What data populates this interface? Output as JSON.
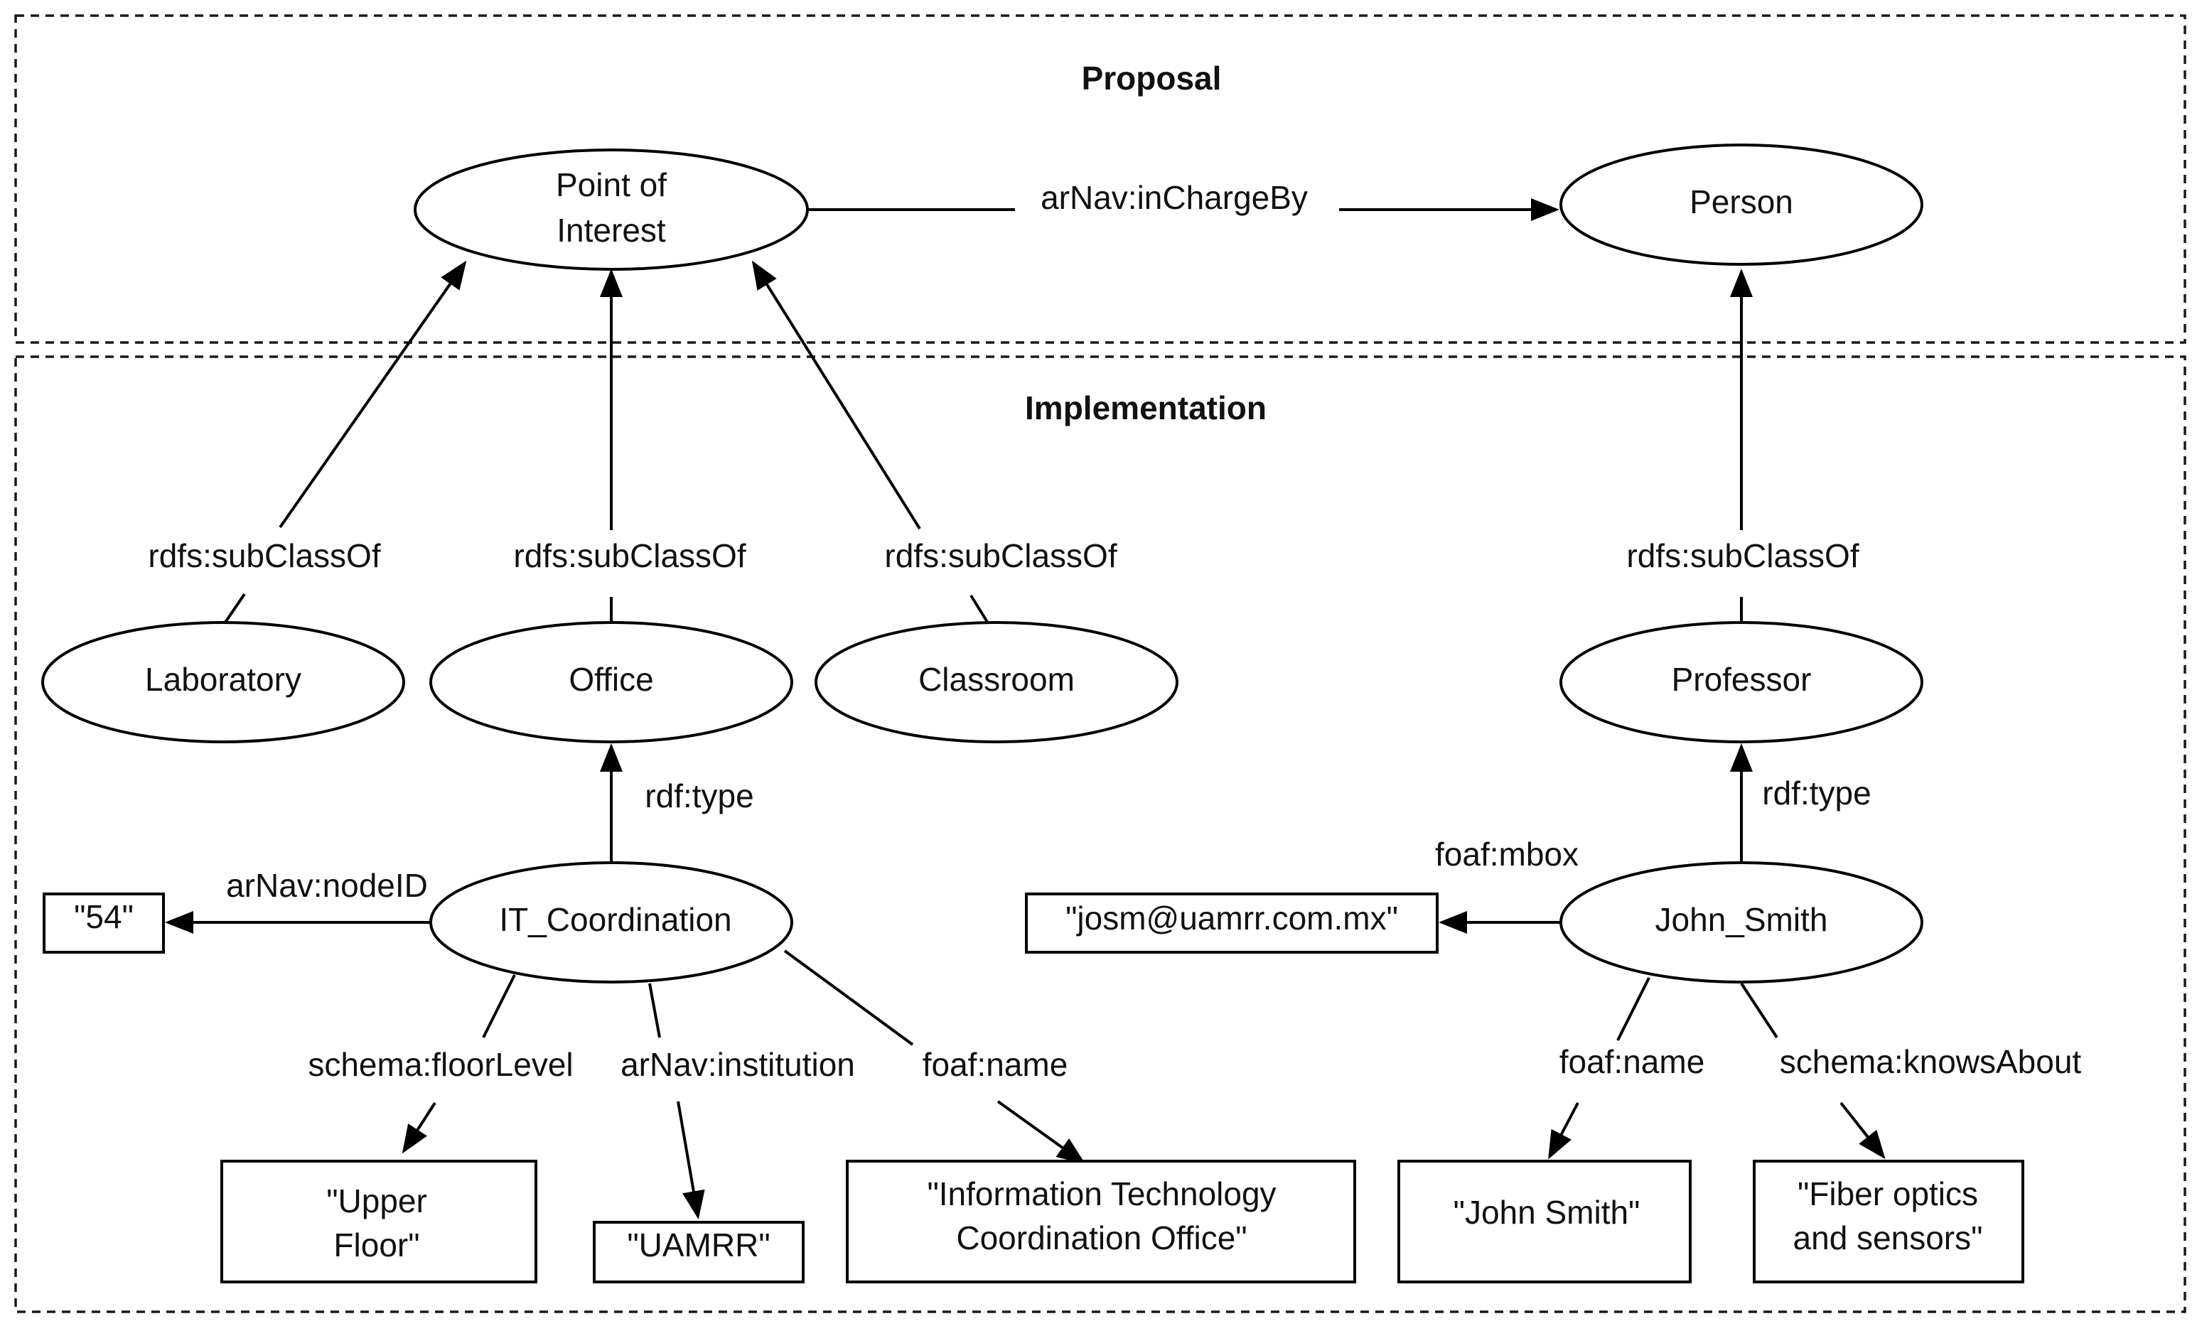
{
  "sections": {
    "proposal": "Proposal",
    "implementation": "Implementation"
  },
  "nodes": {
    "point_of_interest": [
      "Point of",
      "Interest"
    ],
    "person": "Person",
    "laboratory": "Laboratory",
    "office": "Office",
    "classroom": "Classroom",
    "professor": "Professor",
    "it_coordination": "IT_Coordination",
    "john_smith": "John_Smith"
  },
  "literals": {
    "node_id": "\"54\"",
    "upper_floor": [
      "\"Upper",
      "Floor\""
    ],
    "uamrr": "\"UAMRR\"",
    "it_office_name": [
      "\"Information Technology",
      "Coordination Office\""
    ],
    "mbox": "\"josm@uamrr.com.mx\"",
    "john_smith_name": "\"John Smith\"",
    "fiber_optics": [
      "\"Fiber optics",
      "and sensors\""
    ]
  },
  "edges": {
    "in_charge_by": "arNav:inChargeBy",
    "lab_subclass": "rdfs:subClassOf",
    "office_subclass": "rdfs:subClassOf",
    "classroom_subclass": "rdfs:subClassOf",
    "professor_subclass": "rdfs:subClassOf",
    "it_type": "rdf:type",
    "john_type": "rdf:type",
    "node_id": "arNav:nodeID",
    "floor_level": "schema:floorLevel",
    "institution": "arNav:institution",
    "it_name": "foaf:name",
    "mbox": "foaf:mbox",
    "john_name": "foaf:name",
    "knows_about": "schema:knowsAbout"
  }
}
